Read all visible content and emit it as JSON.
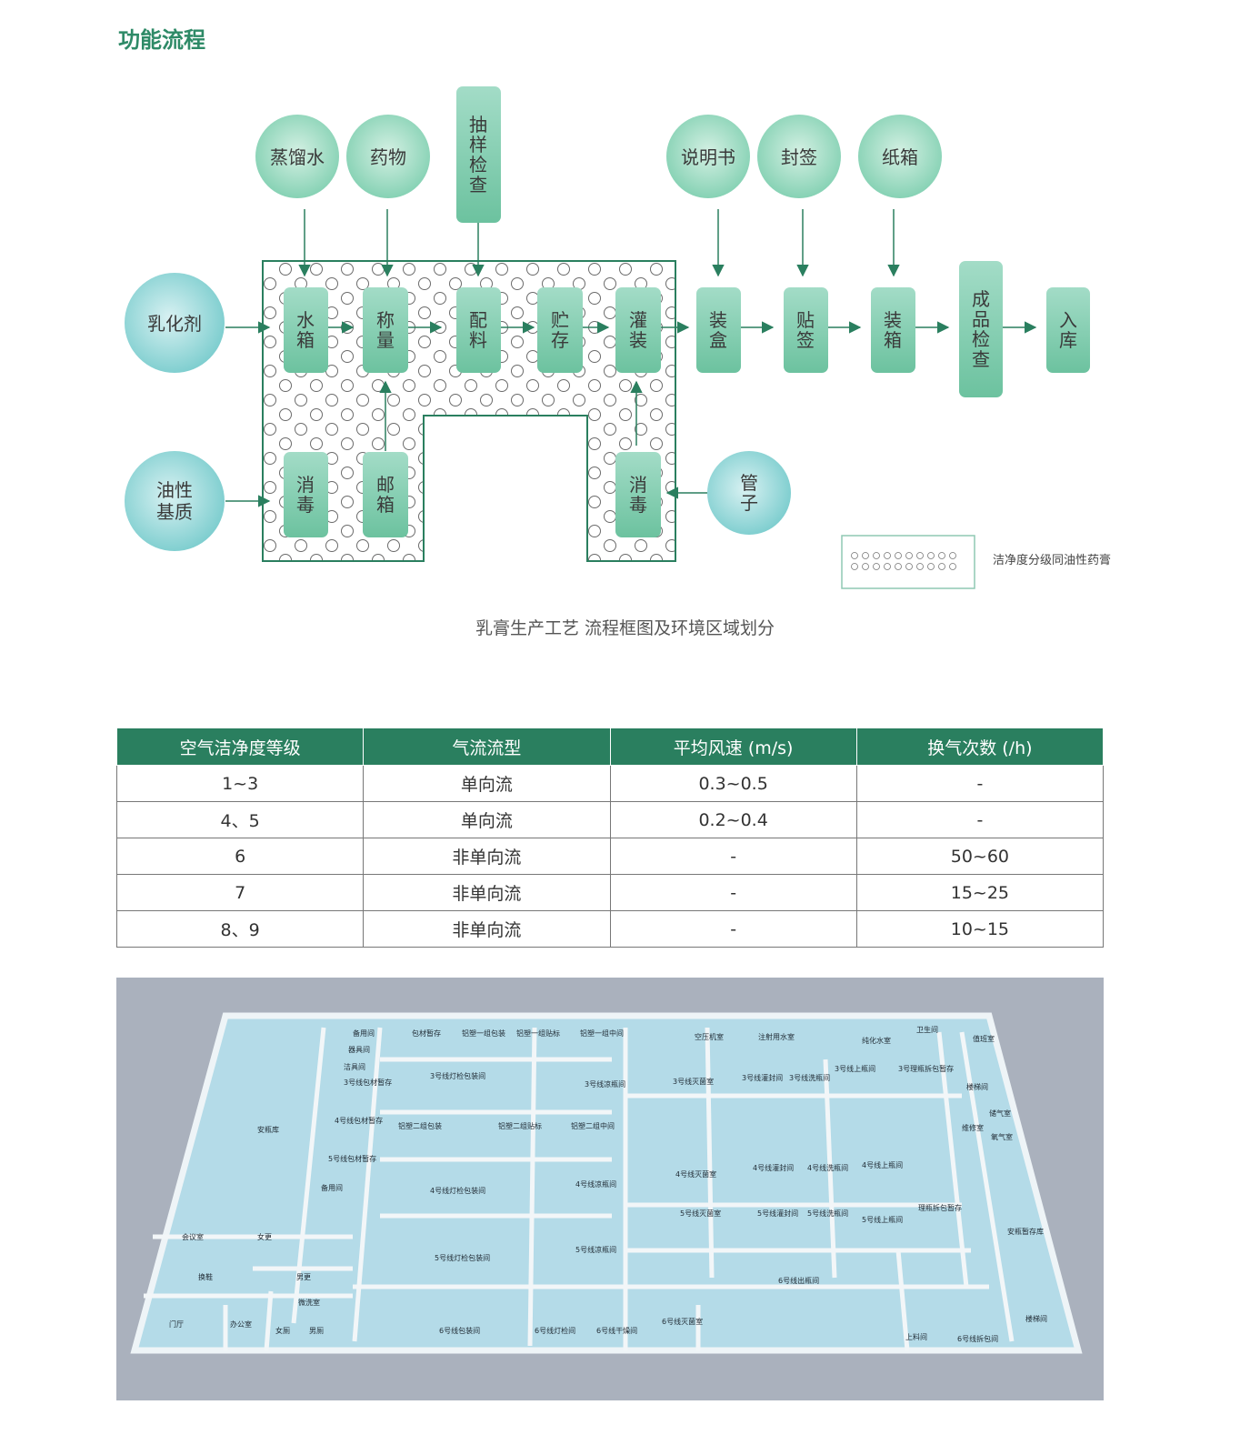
{
  "page": {
    "title": "功能流程"
  },
  "diagram": {
    "inputs": {
      "water": "蒸馏水",
      "drug": "药物",
      "sample": "抽样检查",
      "manual": "说明书",
      "seal": "封签",
      "carton": "纸箱",
      "emulsifier": "乳化剂",
      "oil_base": "油性基质",
      "tube": "管子"
    },
    "steps": {
      "water_tank": "水箱",
      "weigh": "称量",
      "mix": "配料",
      "store": "贮存",
      "fill": "灌装",
      "box": "装盒",
      "label": "贴签",
      "pack": "装箱",
      "inspect": "成品检查",
      "warehouse": "入库",
      "disinfect1": "消毒",
      "post_box": "邮箱",
      "disinfect2": "消毒"
    },
    "legend": "洁净度分级同油性药膏",
    "caption": "乳膏生产工艺 流程框图及环境区域划分"
  },
  "table": {
    "headers": [
      "空气洁净度等级",
      "气流流型",
      "平均风速 (m/s)",
      "换气次数 (/h)"
    ],
    "rows": [
      [
        "1~3",
        "单向流",
        "0.3~0.5",
        "-"
      ],
      [
        "4、5",
        "单向流",
        "0.2~0.4",
        "-"
      ],
      [
        "6",
        "非单向流",
        "-",
        "50~60"
      ],
      [
        "7",
        "非单向流",
        "-",
        "15~25"
      ],
      [
        "8、9",
        "非单向流",
        "-",
        "10~15"
      ]
    ]
  },
  "floorplan": {
    "rooms": [
      "备用间",
      "器具间",
      "洁具间",
      "包材暂存",
      "铝塑一组包装",
      "铝塑一组贴标",
      "铝塑一组中间",
      "空压机室",
      "注射用水室",
      "纯化水室",
      "卫生间",
      "值班室",
      "3号线包材暂存",
      "3号线灯检包装间",
      "3号线凉瓶间",
      "3号线灭菌室",
      "3号线灌封间",
      "3号线洗瓶间",
      "3号线上瓶间",
      "3号理瓶拆包暂存",
      "楼梯间",
      "储气室",
      "维修室",
      "氧气室",
      "4号线包材暂存",
      "铝塑二组包装",
      "铝塑二组贴标",
      "铝塑二组中间",
      "安瓶库",
      "5号线包材暂存",
      "4号线灯检包装间",
      "4号线凉瓶间",
      "4号线灭菌室",
      "4号线灌封间",
      "4号线洗瓶间",
      "4号线上瓶间",
      "理瓶拆包暂存",
      "备用间",
      "5号线灭菌室",
      "5号线灌封间",
      "5号线洗瓶间",
      "5号线上瓶间",
      "安瓶暂存库",
      "会议室",
      "女更",
      "5号线灯检包装间",
      "5号线凉瓶间",
      "换鞋",
      "男更",
      "6号线出瓶间",
      "微洗室",
      "门厅",
      "办公室",
      "女厕",
      "男厕",
      "6号线包装间",
      "6号线灯检间",
      "6号线干燥间",
      "6号线灭菌室",
      "楼梯间",
      "上料间",
      "6号线拆包间"
    ]
  }
}
